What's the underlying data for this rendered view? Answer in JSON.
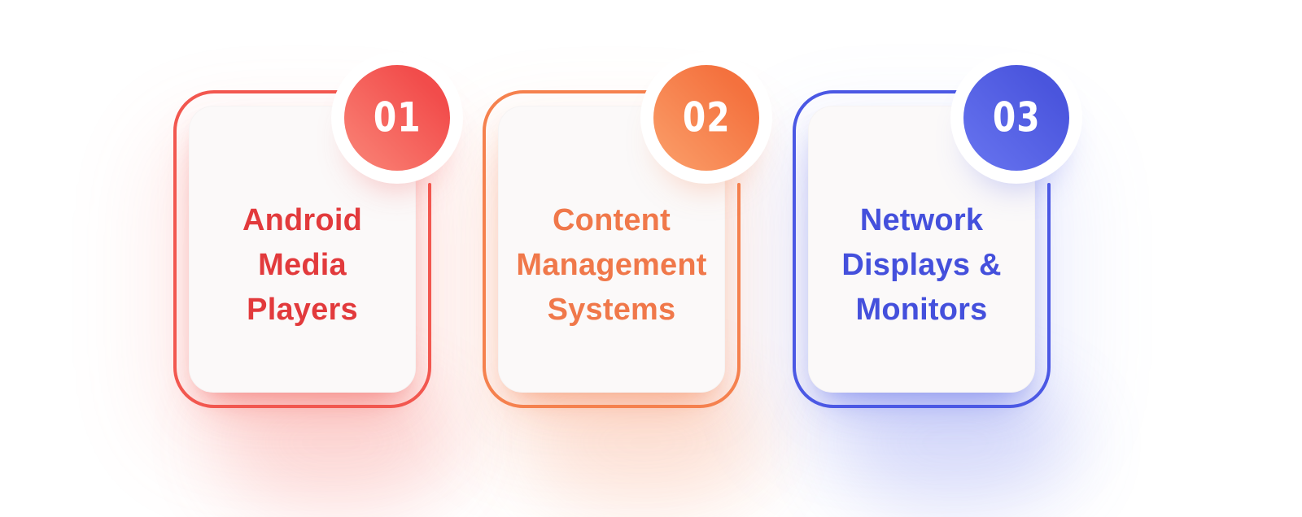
{
  "cards": [
    {
      "number": "01",
      "title_lines": [
        "Android",
        "Media",
        "Players"
      ],
      "colors": {
        "text": "#e23a3c",
        "border": "#f2574f",
        "badge_from": "#fa8678",
        "badge_to": "#f24c4b",
        "glow": "rgba(246,108,100,0.55)",
        "shadow": "rgba(238,76,76,0.38)"
      }
    },
    {
      "number": "02",
      "title_lines": [
        "Content",
        "Management",
        "Systems"
      ],
      "colors": {
        "text": "#f0784a",
        "border": "#f5814e",
        "badge_from": "#fba06b",
        "badge_to": "#f4713e",
        "glow": "rgba(248,138,94,0.50)",
        "shadow": "rgba(243,117,66,0.35)"
      }
    },
    {
      "number": "03",
      "title_lines": [
        "Network",
        "Displays &",
        "Monitors"
      ],
      "colors": {
        "text": "#4450dc",
        "border": "#4b58e4",
        "badge_from": "#6875f0",
        "badge_to": "#4a55dd",
        "glow": "rgba(122,133,238,0.60)",
        "shadow": "rgba(92,102,230,0.38)"
      }
    }
  ]
}
